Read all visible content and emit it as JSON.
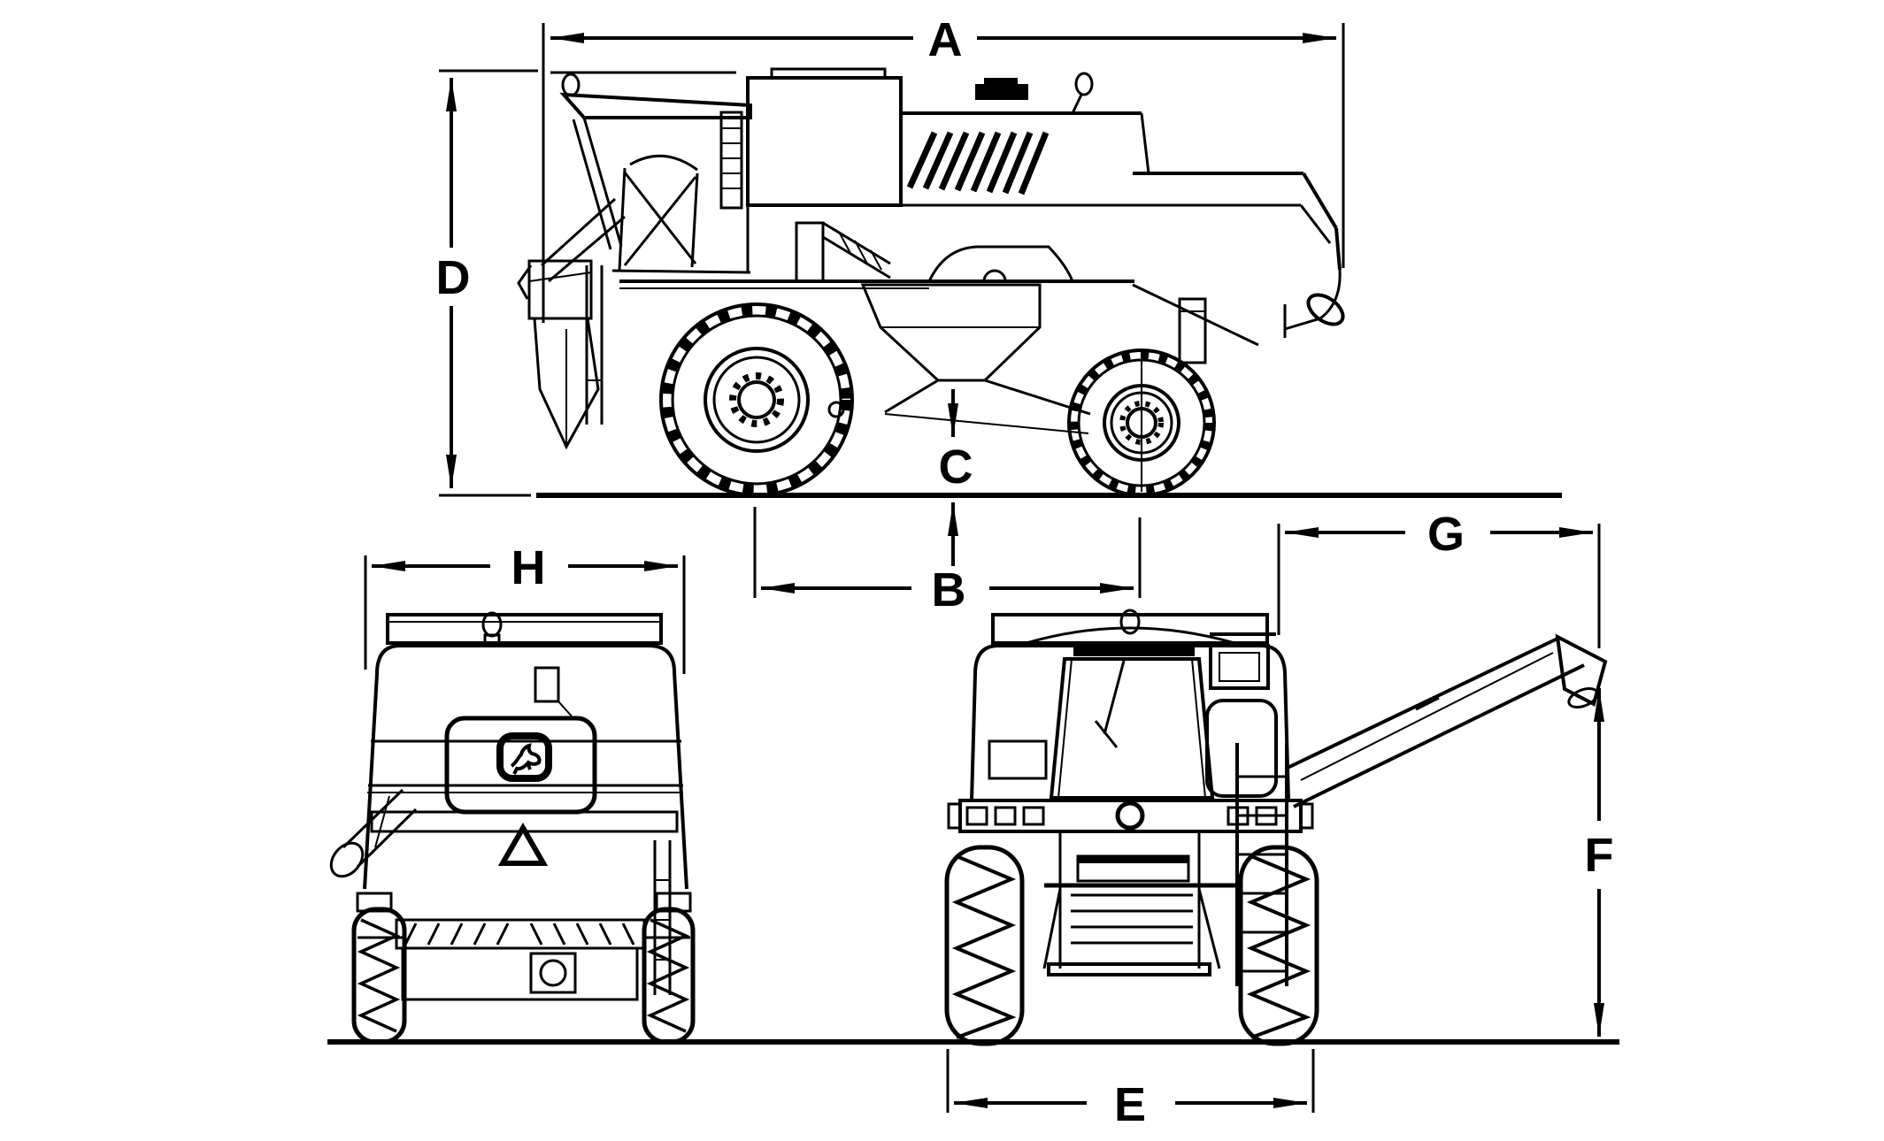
{
  "diagram": {
    "background_color": "#ffffff",
    "line_color": "#000000",
    "dimension_labels": {
      "a": "A",
      "b": "B",
      "c": "C",
      "d": "D",
      "e": "E",
      "f": "F",
      "g": "G",
      "h": "H"
    },
    "icons": {
      "brand_logo": "john-deere-leaping-deer-logo",
      "front_medallion": "john-deere-round-medallion",
      "smv_emblem": "slow-moving-vehicle-triangle",
      "beacon": "warning-beacon-light"
    }
  }
}
